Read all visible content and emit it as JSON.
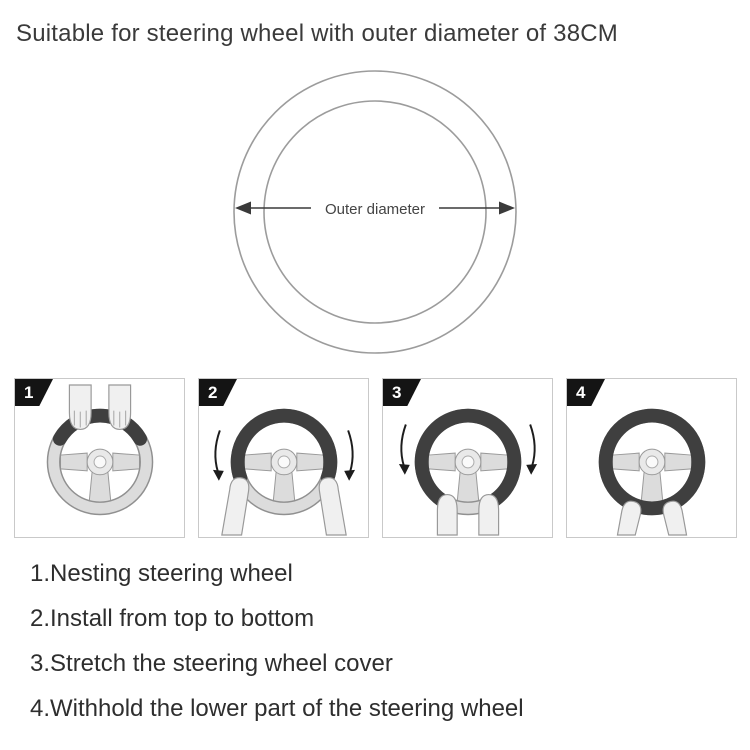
{
  "title": "Suitable for steering wheel with outer diameter of 38CM",
  "diagram": {
    "arrow_label": "Outer diameter"
  },
  "steps": [
    {
      "number": "1",
      "caption": "1.Nesting steering wheel"
    },
    {
      "number": "2",
      "caption": "2.Install from top to bottom"
    },
    {
      "number": "3",
      "caption": "3.Stretch the steering wheel cover"
    },
    {
      "number": "4",
      "caption": "4.Withhold the lower part of the steering wheel"
    }
  ],
  "colors": {
    "badge_bg": "#141414",
    "badge_text": "#ffffff",
    "cover": "#3f3f3f",
    "wheel_light": "#dcdcdc",
    "wheel_outline": "#909090",
    "text": "#2e2e2e",
    "circle_line": "#9c9c9c"
  }
}
